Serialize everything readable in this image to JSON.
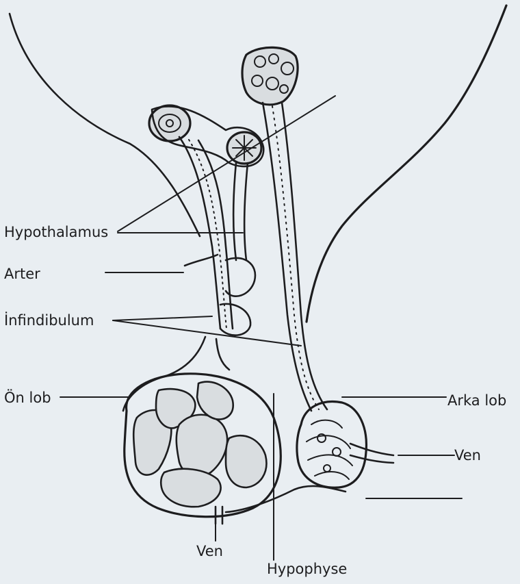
{
  "labels": {
    "hypothalamus": "Hypothalamus",
    "arter": "Arter",
    "infundibulum": "İnfindibulum",
    "on_lob": "Ön lob",
    "arka_lob": "Arka lob",
    "ven_right": "Ven",
    "ven_bottom": "Ven",
    "hypophyse": "Hypophyse"
  },
  "colors": {
    "background": "#e9eef2",
    "ink": "#1d1d1f"
  }
}
